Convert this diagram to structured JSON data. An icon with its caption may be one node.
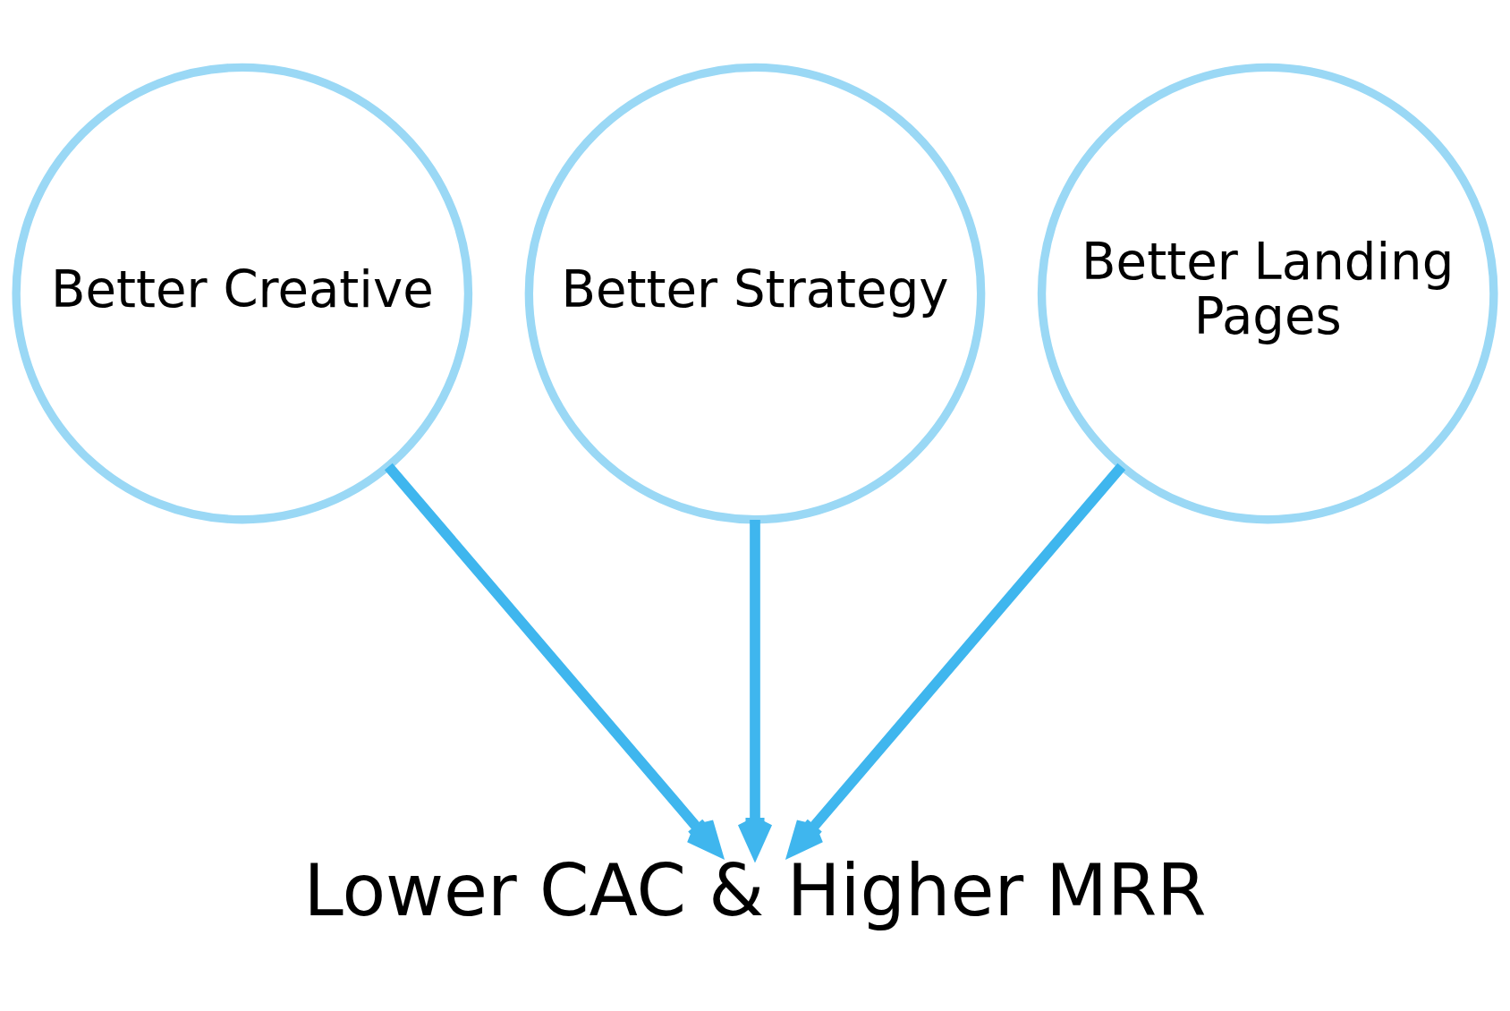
{
  "diagram": {
    "nodes": [
      {
        "text": [
          "Better Creative"
        ]
      },
      {
        "text": [
          "Better Strategy"
        ]
      },
      {
        "text": [
          "Better Landing Pages"
        ]
      },
      {
        "text": [
          "Lower CAC & Higher MRR"
        ]
      }
    ],
    "edges": [
      {
        "from": 0,
        "to": 3,
        "arrow": "to"
      },
      {
        "from": 1,
        "to": 3,
        "arrow": "to"
      },
      {
        "from": 2,
        "to": 3,
        "arrow": "to"
      }
    ]
  }
}
